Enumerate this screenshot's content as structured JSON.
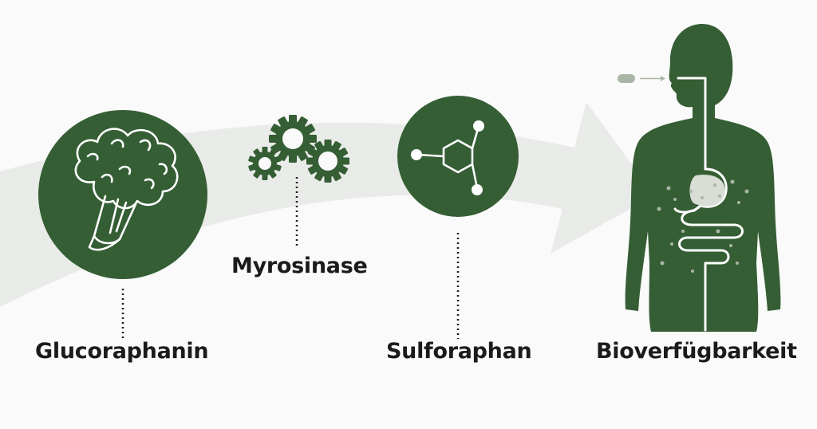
{
  "steps": [
    {
      "label": "Glucoraphanin",
      "icon": "broccoli-icon"
    },
    {
      "label": "Myrosinase",
      "icon": "gears-icon"
    },
    {
      "label": "Sulforaphan",
      "icon": "molecule-icon"
    },
    {
      "label": "Bioverfügbarkeit",
      "icon": "human-body-digestive-tract-icon"
    }
  ],
  "colors": {
    "primary_green": "#355e34",
    "arrow_gray": "#e9ebe8",
    "background": "#fafafa",
    "text": "#1b1b1b",
    "pill": "#a9b6a6"
  }
}
